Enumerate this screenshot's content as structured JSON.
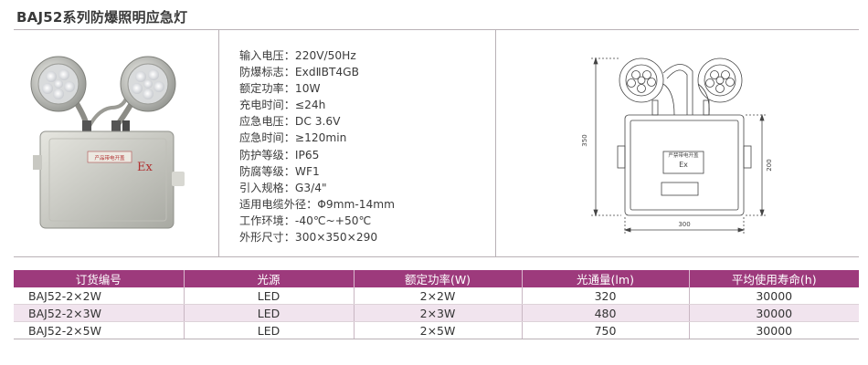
{
  "title": "BAJ52系列防爆照明应急灯",
  "specs": [
    "输入电压：220V/50Hz",
    "防爆标志：ExdⅡBT4GB",
    "额定功率：10W",
    "充电时间：≤24h",
    "应急电压：DC 3.6V",
    "应急时间：≥120min",
    "防护等级：IP65",
    "防腐等级：WF1",
    "引入规格：G3/4\"",
    "适用电缆外径：Φ9mm-14mm",
    "工作环境：-40℃~+50℃",
    "外形尺寸：300×350×290"
  ],
  "photo": {
    "nameplate": "产品带电开盖",
    "ex_mark": "Ex"
  },
  "drawing": {
    "nameplate": "严禁带电开盖",
    "ex_mark": "Ex",
    "dim_height": "350",
    "dim_body_height": "200",
    "dim_width": "300"
  },
  "table": {
    "headers": [
      "订货编号",
      "光源",
      "额定功率(W)",
      "光通量(lm)",
      "平均使用寿命(h)"
    ],
    "rows": [
      [
        "BAJ52-2×2W",
        "LED",
        "2×2W",
        "320",
        "30000"
      ],
      [
        "BAJ52-2×3W",
        "LED",
        "2×3W",
        "480",
        "30000"
      ],
      [
        "BAJ52-2×5W",
        "LED",
        "2×5W",
        "750",
        "30000"
      ]
    ]
  },
  "colors": {
    "header_bg": "#9d3a7c",
    "alt_row_bg": "#f1e4ee",
    "rule": "#b9b1b6"
  }
}
